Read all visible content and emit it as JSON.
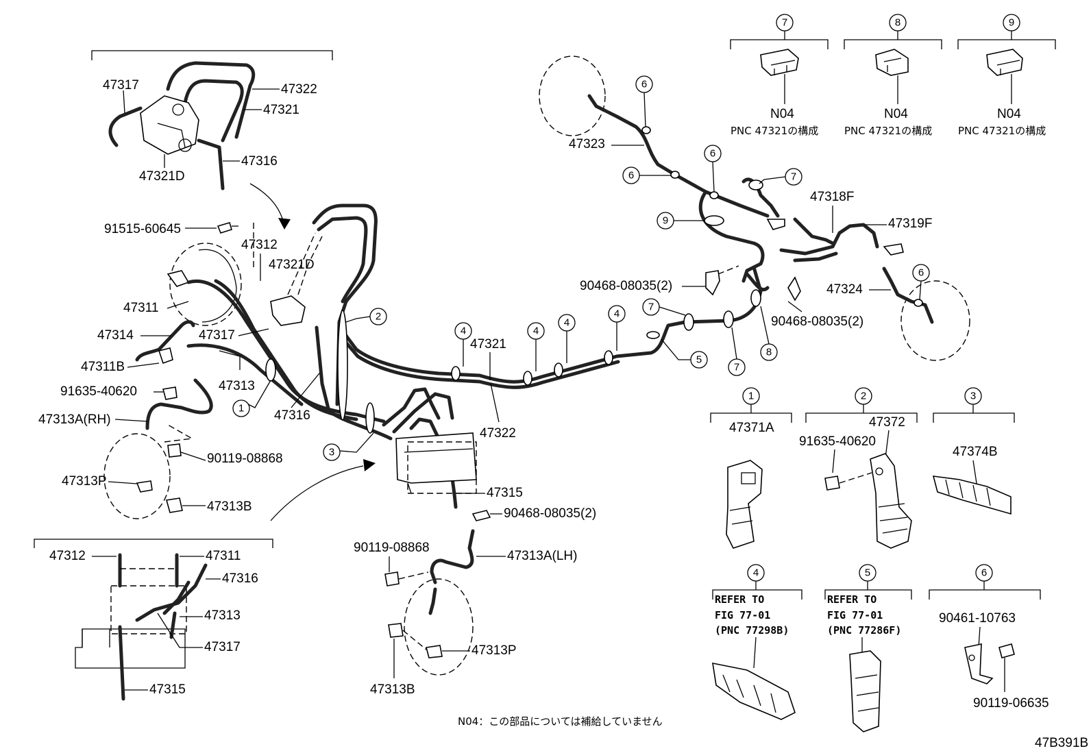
{
  "diagram": {
    "code": "47B391B",
    "footnote": "N04：この部品については補給していません",
    "labels": {
      "p47317_top": "47317",
      "p47322_top": "47322",
      "p47321_top": "47321",
      "p47316_top": "47316",
      "p47321D_top": "47321D",
      "p91515": "91515-60645",
      "p47312": "47312",
      "p47321D": "47321D",
      "p47311": "47311",
      "p47314": "47314",
      "p47317": "47317",
      "p47311B": "47311B",
      "p47313": "47313",
      "p91635": "91635-40620",
      "p47316": "47316",
      "p47313A_RH": "47313A(RH)",
      "p90119_a": "90119-08868",
      "p47313P_a": "47313P",
      "p47313B_a": "47313B",
      "p47312_b": "47312",
      "p47311_b": "47311",
      "p47316_b": "47316",
      "p47313_b": "47313",
      "p47317_b": "47317",
      "p47315_b": "47315",
      "p47321_mid": "47321",
      "p47322_mid": "47322",
      "p47315": "47315",
      "p90468_c": "90468-08035(2)",
      "p90119_b": "90119-08868",
      "p47313A_LH": "47313A(LH)",
      "p47313P_b": "47313P",
      "p47313B_b": "47313B",
      "p47323": "47323",
      "p47318F": "47318F",
      "p47319F": "47319F",
      "p90468_a": "90468-08035(2)",
      "p90468_b": "90468-08035(2)",
      "p47324": "47324"
    },
    "callouts": {
      "c1": "1",
      "c2": "2",
      "c3": "3",
      "c4a": "4",
      "c4b": "4",
      "c4c": "4",
      "c4d": "4",
      "c5": "5",
      "c6a": "6",
      "c6b": "6",
      "c6c": "6",
      "c6d": "6",
      "c7a": "7",
      "c7b": "7",
      "c7c": "7",
      "c8": "8",
      "c9": "9"
    },
    "legend": {
      "k7": {
        "num": "7",
        "code": "N04",
        "pnc": "PNC 47321の構成"
      },
      "k8": {
        "num": "8",
        "code": "N04",
        "pnc": "PNC 47321の構成"
      },
      "k9": {
        "num": "9",
        "code": "N04",
        "pnc": "PNC 47321の構成"
      },
      "k1": {
        "num": "1",
        "part": "47371A"
      },
      "k2": {
        "num": "2",
        "part": "47372",
        "bolt": "91635-40620"
      },
      "k3": {
        "num": "3",
        "part": "47374B"
      },
      "k4": {
        "num": "4",
        "ref1": "REFER TO",
        "ref2": "FIG 77-01",
        "ref3": "(PNC 77298B)"
      },
      "k5": {
        "num": "5",
        "ref1": "REFER TO",
        "ref2": "FIG 77-01",
        "ref3": "(PNC 77286F)"
      },
      "k6": {
        "num": "6",
        "part1": "90461-10763",
        "part2": "90119-06635"
      }
    }
  }
}
